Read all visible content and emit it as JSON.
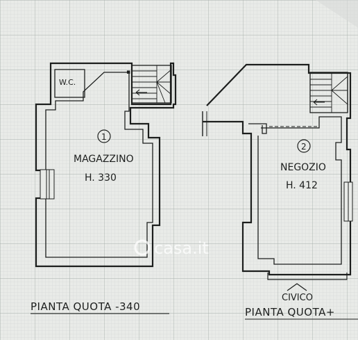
{
  "plan_left": {
    "room_number": "1",
    "room_name": "MAGAZZINO",
    "room_height": "H. 330",
    "wc_label": "W.C.",
    "caption": "PIANTA QUOTA -340"
  },
  "plan_right": {
    "room_number": "2",
    "room_name": "NEGOZIO",
    "room_height": "H. 412",
    "entrance_label": "CIVICO",
    "caption": "PIANTA QUOTA+"
  },
  "watermark": "casa.it",
  "colors": {
    "paper": "#e9ebe8",
    "grid_minor": "#c9cecb",
    "grid_major": "#a9b0ad",
    "ink": "#1c1e1d"
  }
}
